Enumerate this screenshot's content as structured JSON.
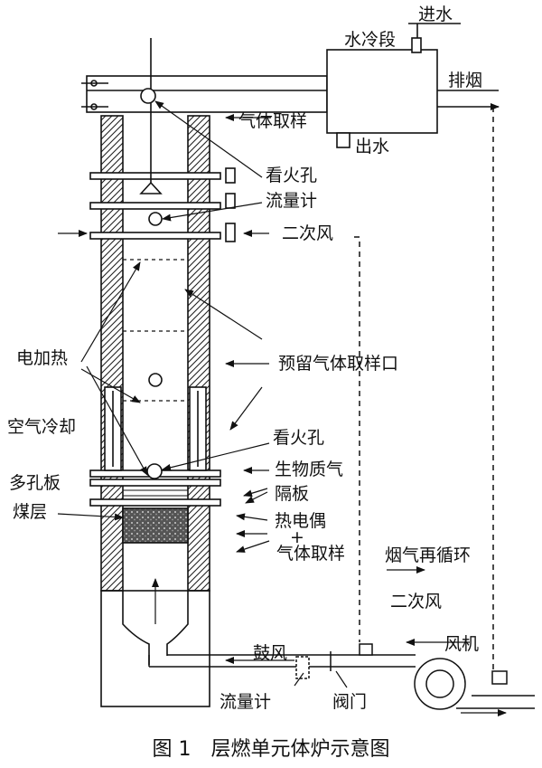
{
  "labels": {
    "water_in": "进水",
    "water_cooling": "水冷段",
    "exhaust": "排烟",
    "gas_sampling_top": "气体取样",
    "water_out": "出水",
    "viewport_top": "看火孔",
    "flowmeter_top": "流量计",
    "secondary_air_top": "二次风",
    "electric_heating": "电加热",
    "reserved_ports": "预留气体取样口",
    "air_cooling": "空气冷却",
    "viewport_bottom": "看火孔",
    "biomass_gas": "生物质气",
    "perforated_plate": "多孔板",
    "partition": "隔板",
    "coal_bed": "煤层",
    "thermocouple": "热电偶",
    "plus": "+",
    "gas_sampling_bottom": "气体取样",
    "flue_gas_recirc": "烟气再循环",
    "secondary_air_bottom": "二次风",
    "fan": "风机",
    "blower_air": "鼓风",
    "flowmeter_bottom": "流量计",
    "valve": "阀门"
  },
  "caption": "图 1　层燃单元体炉示意图"
}
